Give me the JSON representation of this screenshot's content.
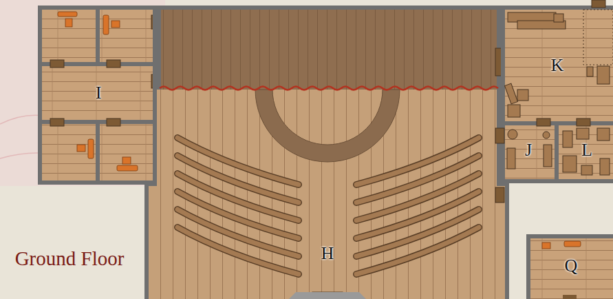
{
  "diagram": {
    "labels": [
      "I",
      "K",
      "J",
      "L",
      "H",
      "Q",
      "Ground Floor"
    ]
  }
}
